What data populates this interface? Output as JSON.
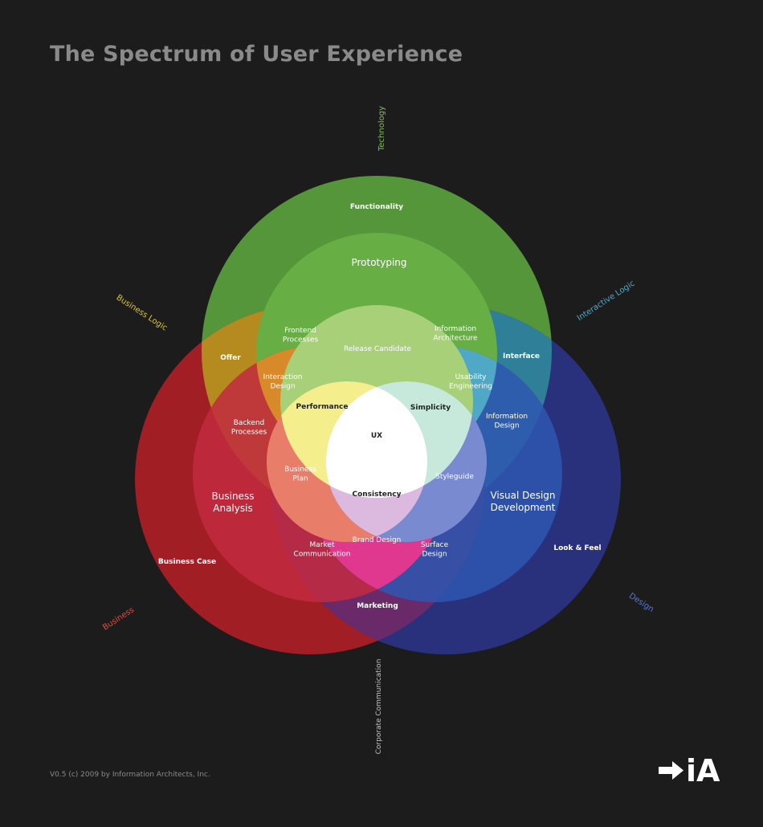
{
  "header": {
    "title": "The Spectrum of User Experience"
  },
  "footer": {
    "copyright": "V0.5 (c) 2009 by Information Architects, Inc."
  },
  "logo": {
    "text": "iA"
  },
  "colors": {
    "background": "#1c1c1c",
    "technology": "#5aa03a",
    "business": "#b81e25",
    "design": "#2a3585",
    "center": "#ffffff"
  },
  "axes": {
    "technology": "Technology",
    "business_logic": "Business Logic",
    "interactive_logic": "Interactive Logic",
    "business": "Business",
    "design": "Design",
    "corporate_communication": "Corporate Communication"
  },
  "regions": {
    "functionality": "Functionality",
    "prototyping": "Prototyping",
    "frontend_processes": "Frontend\nProcesses",
    "information_architecture_top": "Information\nArchitecture",
    "release_candidate": "Release Candidate",
    "offer": "Offer",
    "interface": "Interface",
    "interaction_design": "Interaction\nDesign",
    "usability_engineering": "Usability\nEngineering",
    "performance": "Performance",
    "simplicity": "Simplicity",
    "ux": "UX",
    "backend_processes": "Backend\nProcesses",
    "information_design": "Information\nDesign",
    "business_plan": "Business\nPlan",
    "styleguide": "Styleguide",
    "business_analysis": "Business\nAnalysis",
    "consistency": "Consistency",
    "visual_design_development": "Visual Design\nDevelopment",
    "brand_design": "Brand Design",
    "market_communication": "Market\nCommunication",
    "surface_design": "Surface\nDesign",
    "look_and_feel": "Look & Feel",
    "business_case": "Business Case",
    "marketing": "Marketing"
  }
}
